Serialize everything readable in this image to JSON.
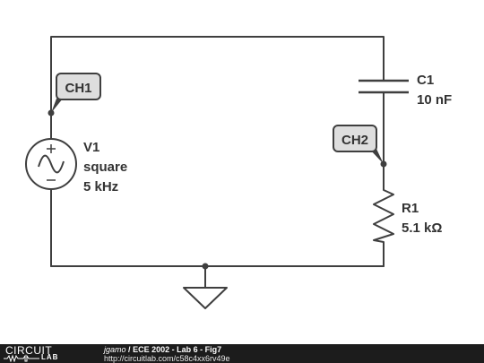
{
  "probes": {
    "ch1": "CH1",
    "ch2": "CH2"
  },
  "components": {
    "v1": {
      "name": "V1",
      "type": "square",
      "value": "5 kHz"
    },
    "c1": {
      "name": "C1",
      "value": "10 nF"
    },
    "r1": {
      "name": "R1",
      "value": "5.1 kΩ"
    }
  },
  "footer": {
    "logo_top": "CIRCUIT",
    "logo_bottom": "LAB",
    "user": "jgamo",
    "separator": "/",
    "title": "ECE 2002 - Lab 6 - Fig7",
    "url": "http://circuitlab.com/c58c4xx6rv49e"
  },
  "colors": {
    "wire": "#3f3f3f",
    "probe_fill": "#dedede",
    "footer_bg": "#1c1c1c"
  }
}
